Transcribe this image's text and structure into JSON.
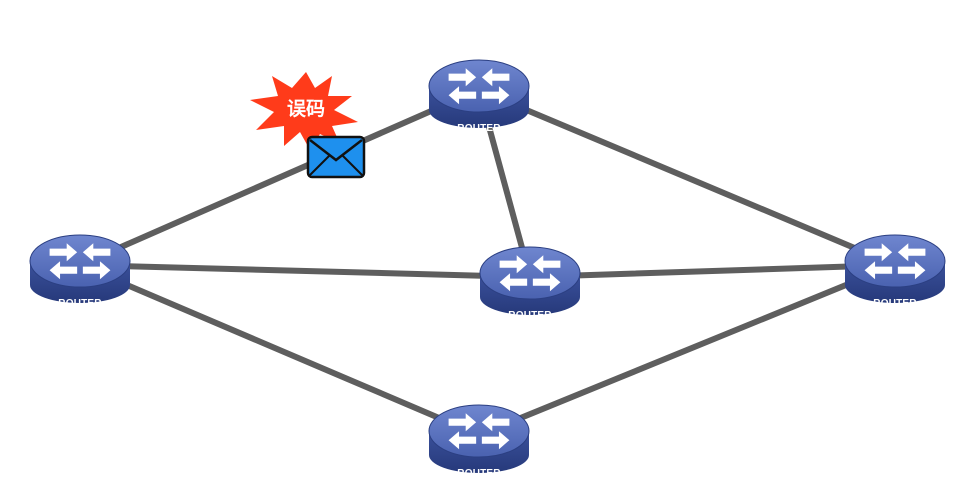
{
  "diagram": {
    "routers": [
      {
        "id": "r-top",
        "label": "ROUTER"
      },
      {
        "id": "r-left",
        "label": "ROUTER"
      },
      {
        "id": "r-center",
        "label": "ROUTER"
      },
      {
        "id": "r-right",
        "label": "ROUTER"
      },
      {
        "id": "r-bottom",
        "label": "ROUTER"
      }
    ],
    "links": [
      {
        "from": "r-left",
        "to": "r-top"
      },
      {
        "from": "r-left",
        "to": "r-center"
      },
      {
        "from": "r-left",
        "to": "r-bottom"
      },
      {
        "from": "r-top",
        "to": "r-center"
      },
      {
        "from": "r-top",
        "to": "r-right"
      },
      {
        "from": "r-center",
        "to": "r-right"
      },
      {
        "from": "r-bottom",
        "to": "r-right"
      }
    ],
    "error_burst": {
      "text": "误码",
      "icon": "explosion-burst-icon",
      "color": "#ff3b1a"
    },
    "message": {
      "icon": "envelope-icon",
      "color": "#1e90ee"
    },
    "colors": {
      "link": "#5e5e5e",
      "router_body": "#3f56a3",
      "router_top": "#5f77c2",
      "router_dark": "#2b3f82"
    }
  }
}
